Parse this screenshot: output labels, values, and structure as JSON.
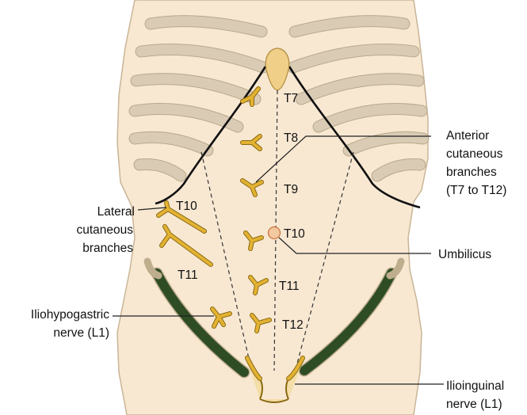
{
  "segments": {
    "t7": "T7",
    "t8": "T8",
    "t9": "T9",
    "t10_mid": "T10",
    "t11_mid": "T11",
    "t12": "T12",
    "t10_lat": "T10",
    "t11_lat": "T11"
  },
  "labels": {
    "anterior": [
      "Anterior",
      "cutaneous",
      "branches",
      "(T7 to T12)"
    ],
    "lateral": [
      "Lateral",
      "cutaneous",
      "branches"
    ],
    "umbilicus": "Umbilicus",
    "iliohypogastric": [
      "Iliohypogastric",
      "nerve (L1)"
    ],
    "ilioinguinal": [
      "Ilioinguinal",
      "nerve (L1)"
    ]
  },
  "colors": {
    "skin": "#f8e8d2",
    "skin_outline": "#c9b597",
    "nerve": "#e3b232",
    "nerve_outline": "#8a6a12",
    "inguinal_band": "#2f4d24",
    "umbilicus": "#f3c9a0"
  }
}
